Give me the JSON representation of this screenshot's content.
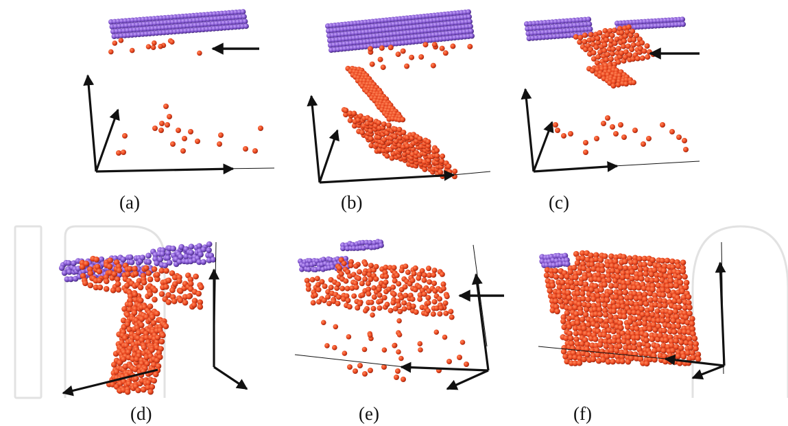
{
  "figure": {
    "panels": [
      {
        "id": "a",
        "caption": "(a)"
      },
      {
        "id": "b",
        "caption": "(b)"
      },
      {
        "id": "c",
        "caption": "(c)"
      },
      {
        "id": "d",
        "caption": "(d)"
      },
      {
        "id": "e",
        "caption": "(e)"
      },
      {
        "id": "f",
        "caption": "(f)"
      }
    ],
    "colors": {
      "atom_red": "#e8431c",
      "atom_red_dark": "#8c2410",
      "atom_purple": "#7a4fc8",
      "atom_pink": "#d24fc0",
      "axis": "#111111",
      "watermark": "#dcdcdc"
    }
  }
}
